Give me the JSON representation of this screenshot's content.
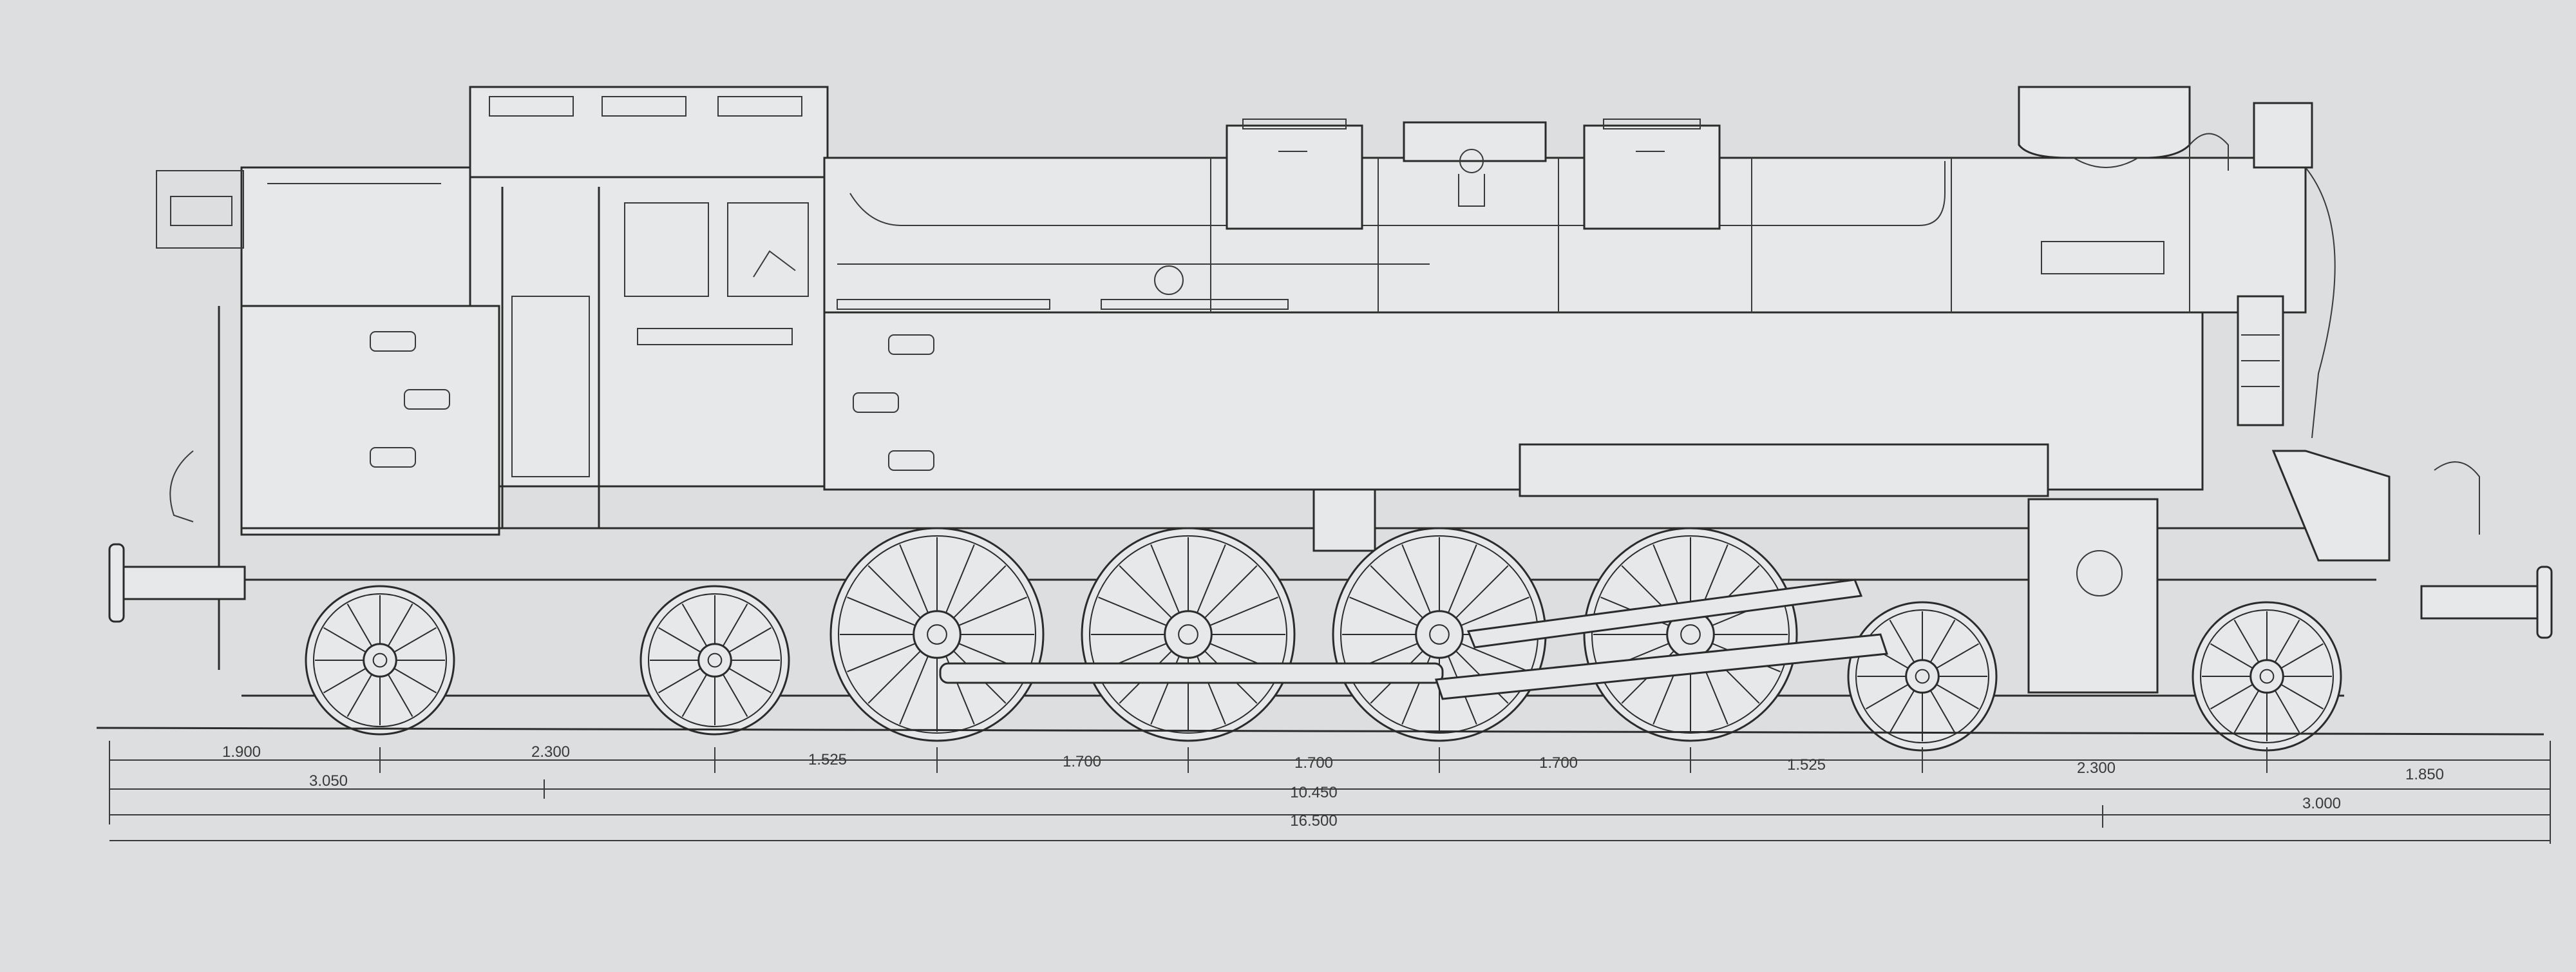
{
  "drawing": {
    "kind": "locomotive side elevation",
    "colors": {
      "paper": "#dcdedf",
      "ink": "#2b2b2b"
    }
  },
  "dimensions": {
    "row1": [
      "1.900",
      "2.300",
      "1.525",
      "1.700",
      "1.700",
      "1.700",
      "1.525",
      "2.300",
      "1.850"
    ],
    "row2": [
      "3.050",
      "3.000"
    ],
    "row3": [
      "10.450"
    ],
    "row4": [
      "16.500"
    ]
  }
}
